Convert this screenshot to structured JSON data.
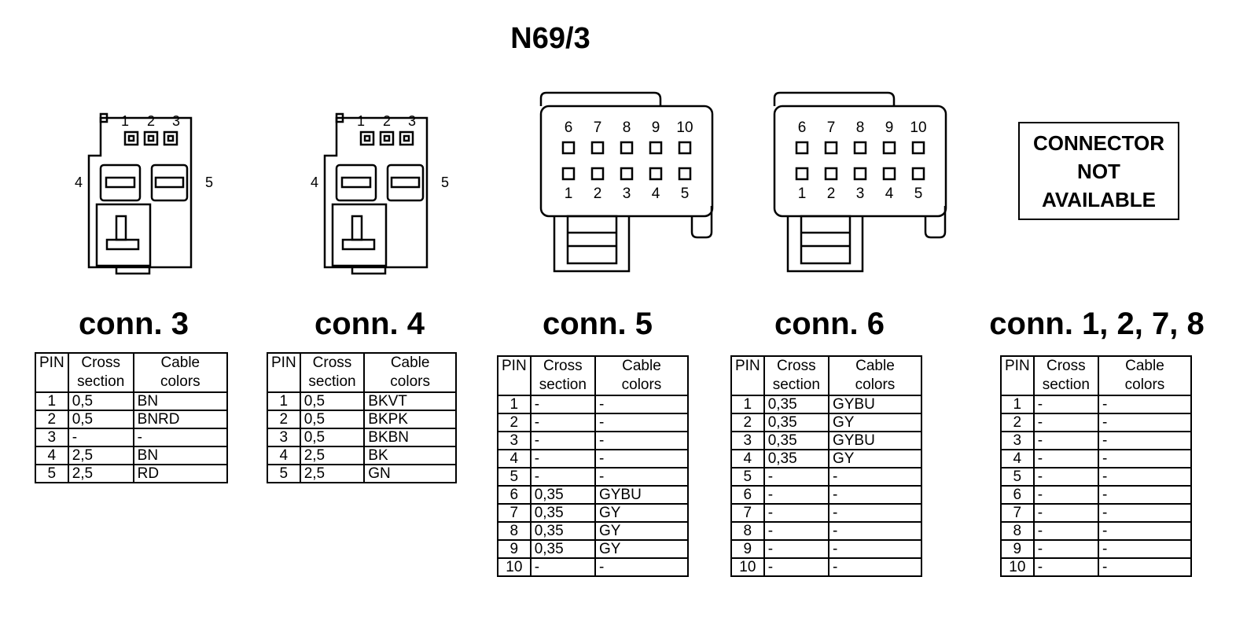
{
  "title": "N69/3",
  "not_available": [
    "CONNECTOR",
    "NOT",
    "AVAILABLE"
  ],
  "headers": {
    "pin": "PIN",
    "cross": [
      "Cross",
      "section"
    ],
    "colors": [
      "Cable",
      "colors"
    ]
  },
  "connectors": [
    {
      "label": "conn. 3",
      "rows": [
        [
          "1",
          "0,5",
          "BN"
        ],
        [
          "2",
          "0,5",
          "BNRD"
        ],
        [
          "3",
          "-",
          "-"
        ],
        [
          "4",
          "2,5",
          "BN"
        ],
        [
          "5",
          "2,5",
          "RD"
        ]
      ]
    },
    {
      "label": "conn. 4",
      "rows": [
        [
          "1",
          "0,5",
          "BKVT"
        ],
        [
          "2",
          "0,5",
          "BKPK"
        ],
        [
          "3",
          "0,5",
          "BKBN"
        ],
        [
          "4",
          "2,5",
          "BK"
        ],
        [
          "5",
          "2,5",
          "GN"
        ]
      ]
    },
    {
      "label": "conn. 5",
      "rows": [
        [
          "1",
          "-",
          "-"
        ],
        [
          "2",
          "-",
          "-"
        ],
        [
          "3",
          "-",
          "-"
        ],
        [
          "4",
          "-",
          "-"
        ],
        [
          "5",
          "-",
          "-"
        ],
        [
          "6",
          "0,35",
          "GYBU"
        ],
        [
          "7",
          "0,35",
          "GY"
        ],
        [
          "8",
          "0,35",
          "GY"
        ],
        [
          "9",
          "0,35",
          "GY"
        ],
        [
          "10",
          "-",
          "-"
        ]
      ]
    },
    {
      "label": "conn. 6",
      "rows": [
        [
          "1",
          "0,35",
          "GYBU"
        ],
        [
          "2",
          "0,35",
          "GY"
        ],
        [
          "3",
          "0,35",
          "GYBU"
        ],
        [
          "4",
          "0,35",
          "GY"
        ],
        [
          "5",
          "-",
          "-"
        ],
        [
          "6",
          "-",
          "-"
        ],
        [
          "7",
          "-",
          "-"
        ],
        [
          "8",
          "-",
          "-"
        ],
        [
          "9",
          "-",
          "-"
        ],
        [
          "10",
          "-",
          "-"
        ]
      ]
    },
    {
      "label": "conn. 1, 2, 7, 8",
      "rows": [
        [
          "1",
          "-",
          "-"
        ],
        [
          "2",
          "-",
          "-"
        ],
        [
          "3",
          "-",
          "-"
        ],
        [
          "4",
          "-",
          "-"
        ],
        [
          "5",
          "-",
          "-"
        ],
        [
          "6",
          "-",
          "-"
        ],
        [
          "7",
          "-",
          "-"
        ],
        [
          "8",
          "-",
          "-"
        ],
        [
          "9",
          "-",
          "-"
        ],
        [
          "10",
          "-",
          "-"
        ]
      ]
    }
  ],
  "small_conn_pins": {
    "top": [
      "1",
      "2",
      "3"
    ],
    "left": "4",
    "right": "5"
  },
  "large_conn_pins": {
    "top": [
      "6",
      "7",
      "8",
      "9",
      "10"
    ],
    "bottom": [
      "1",
      "2",
      "3",
      "4",
      "5"
    ]
  }
}
